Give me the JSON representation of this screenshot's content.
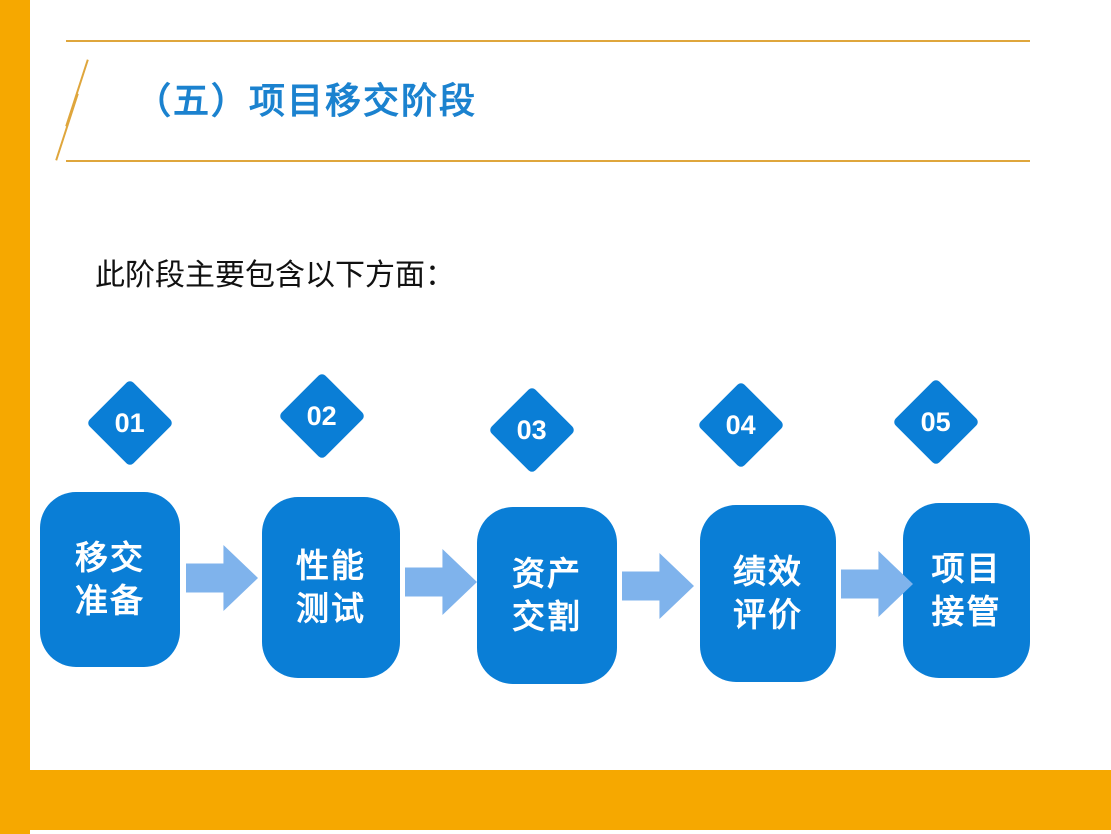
{
  "slide": {
    "title": "（五）项目移交阶段",
    "intro": "此阶段主要包含以下方面：",
    "steps": [
      {
        "number": "01",
        "lines": [
          "移交",
          "准备"
        ]
      },
      {
        "number": "02",
        "lines": [
          "性能",
          "测试"
        ]
      },
      {
        "number": "03",
        "lines": [
          "资产",
          "交割"
        ]
      },
      {
        "number": "04",
        "lines": [
          "绩效",
          "评价"
        ]
      },
      {
        "number": "05",
        "lines": [
          "项目",
          "接管"
        ]
      }
    ],
    "colors": {
      "accent_orange": "#F6A800",
      "divider_gold": "#DFA63C",
      "title_blue": "#1B82CF",
      "shape_blue": "#0A7ED6",
      "arrow_blue": "#7FB3EC"
    }
  }
}
